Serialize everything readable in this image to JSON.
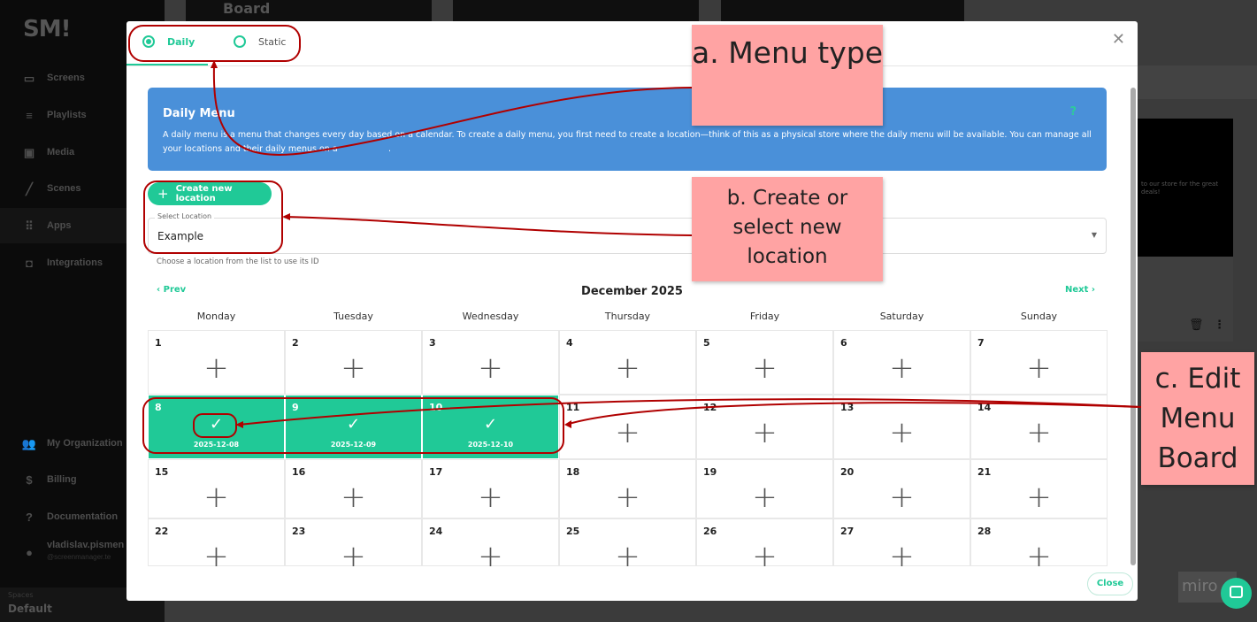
{
  "sidebar": {
    "logo": "SM!",
    "items": [
      {
        "label": "Screens",
        "icon": "monitor-icon"
      },
      {
        "label": "Playlists",
        "icon": "playlist-icon"
      },
      {
        "label": "Media",
        "icon": "image-icon"
      },
      {
        "label": "Scenes",
        "icon": "brush-icon"
      },
      {
        "label": "Apps",
        "icon": "grid-icon"
      },
      {
        "label": "Integrations",
        "icon": "plug-icon"
      }
    ],
    "bottom": [
      {
        "label": "My Organization",
        "icon": "people-icon"
      },
      {
        "label": "Billing",
        "icon": "dollar-icon"
      },
      {
        "label": "Documentation",
        "icon": "help-icon"
      }
    ],
    "user": {
      "name": "vladislav.pismen",
      "email": "@screenmanager.te"
    },
    "spaces_label": "Spaces",
    "space": "Default"
  },
  "background": {
    "card_title": "Board",
    "card_text": "to our store for the great deals!"
  },
  "modal": {
    "tabs": [
      {
        "label": "Daily",
        "selected": true
      },
      {
        "label": "Static",
        "selected": false
      }
    ],
    "banner": {
      "title": "Daily Menu",
      "text": "A daily menu is a menu that changes every day based on a calendar. To create a daily menu, you first need to create a location—think of this as a physical store where the daily menu will be available. You can manage all your locations and their daily menus on a",
      "text_end": ".",
      "help": "?"
    },
    "create_label": "Create new location",
    "select": {
      "label": "Select Location",
      "value": "Example",
      "hint": "Choose a location from the list to use its ID"
    },
    "calendar": {
      "prev": "Prev",
      "next": "Next",
      "month": "December 2025",
      "days": [
        "Monday",
        "Tuesday",
        "Wednesday",
        "Thursday",
        "Friday",
        "Saturday",
        "Sunday"
      ],
      "dates": [
        1,
        2,
        3,
        4,
        5,
        6,
        7,
        8,
        9,
        10,
        11,
        12,
        13,
        14,
        15,
        16,
        17,
        18,
        19,
        20,
        21,
        22,
        23,
        24,
        25,
        26,
        27,
        28
      ],
      "filled": {
        "8": "2025-12-08",
        "9": "2025-12-09",
        "10": "2025-12-10"
      }
    },
    "close_label": "Close"
  },
  "annotations": [
    {
      "label": "a. Menu type"
    },
    {
      "label": "b. Create or select new location"
    },
    {
      "label": "c. Edit Menu Board"
    }
  ],
  "colors": {
    "accent": "#20c997",
    "banner": "#4a90d9",
    "note": "#ffa3a3",
    "annotation_line": "#b00000"
  },
  "watermark": "miro"
}
